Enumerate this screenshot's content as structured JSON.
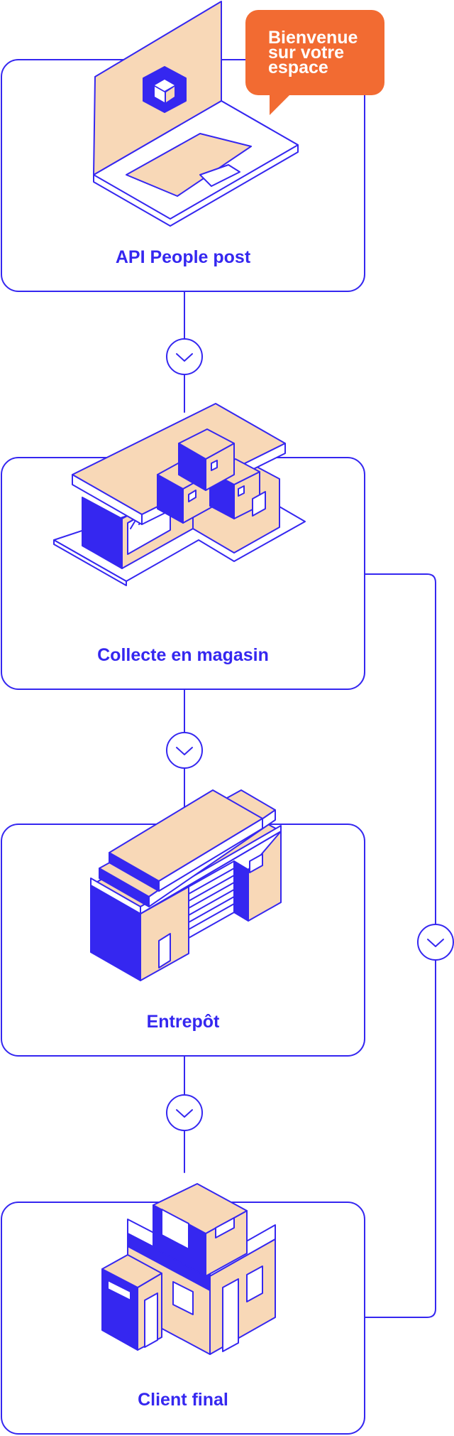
{
  "colors": {
    "accent": "#3527F0",
    "peach": "#F8D8B7",
    "bubble": "#F26B32",
    "background": "#FFFFFF"
  },
  "bubble": {
    "lines": [
      "Bienvenue",
      "sur votre",
      "espace"
    ]
  },
  "steps": [
    {
      "label": "API People post",
      "icon": "laptop-icon"
    },
    {
      "label": "Collecte en magasin",
      "icon": "store-icon"
    },
    {
      "label": "Entrepôt",
      "icon": "warehouse-icon"
    },
    {
      "label": "Client final",
      "icon": "house-icon"
    }
  ],
  "connectors": {
    "icon": "chevron-down-icon"
  }
}
